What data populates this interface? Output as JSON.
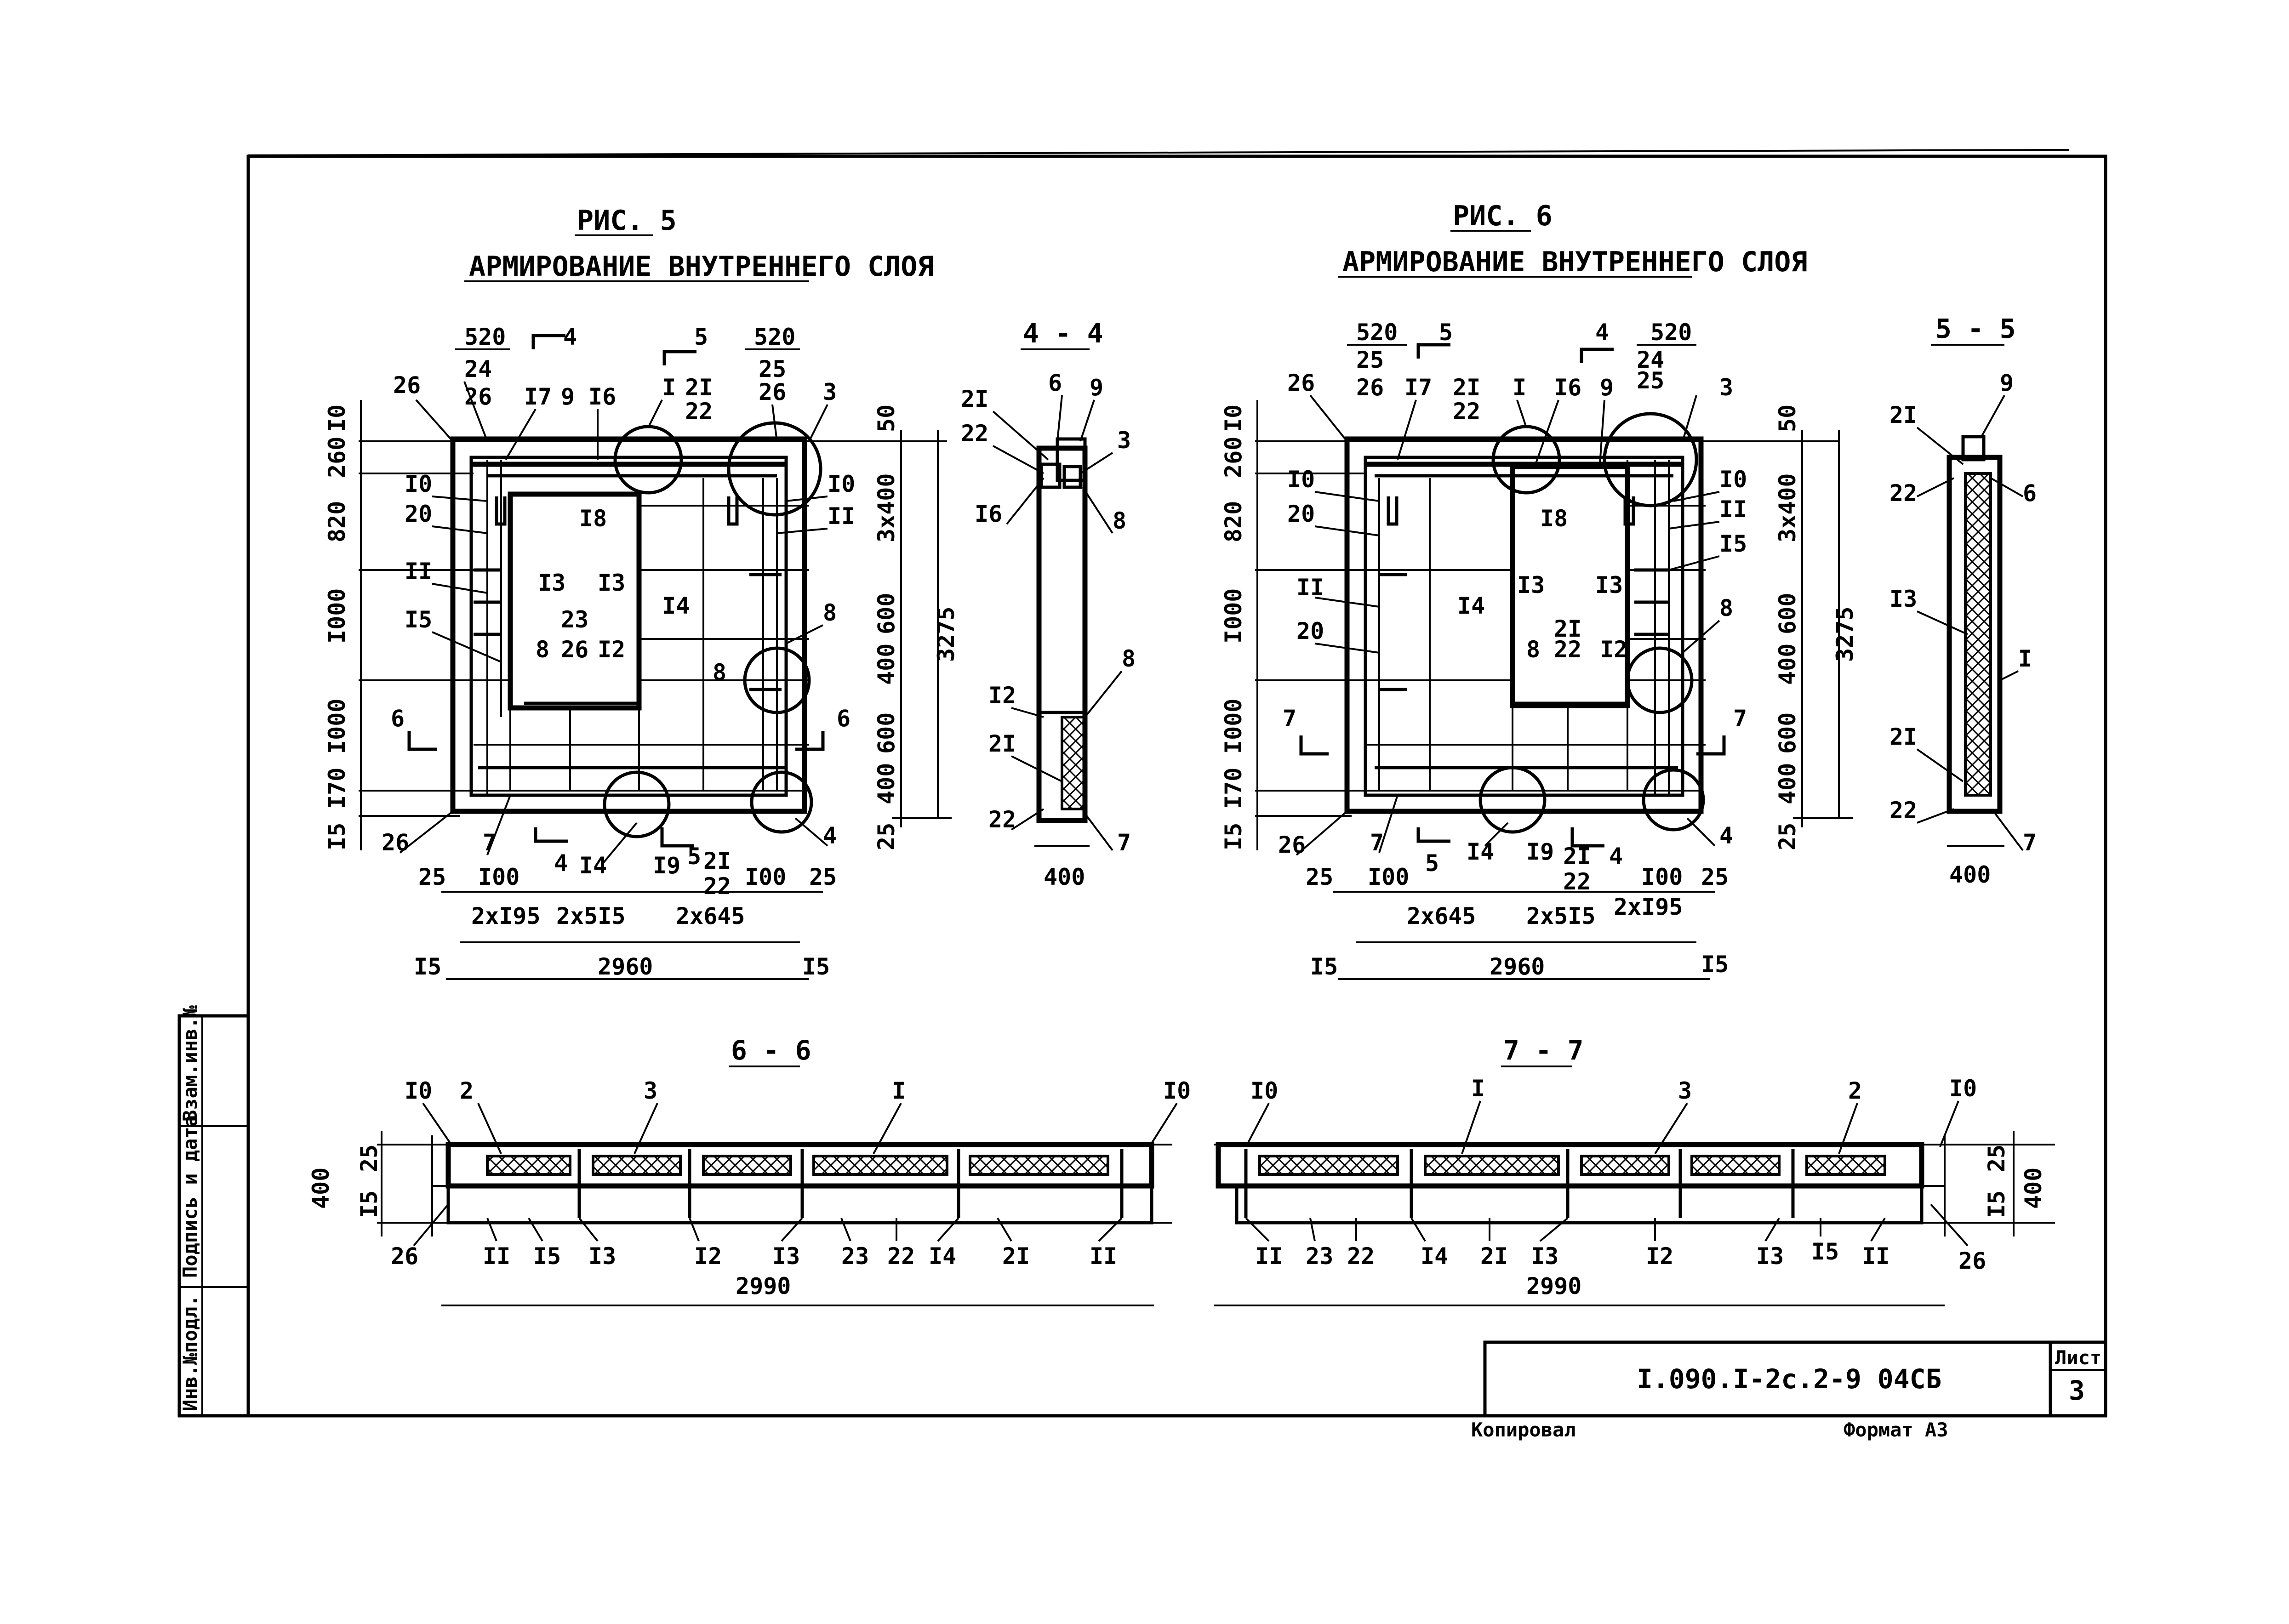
{
  "sheet": {
    "code": "I.090.I-2c.2-9 04СБ",
    "sheet_label": "Лист",
    "sheet_number": "3",
    "copied": "Копировал",
    "format": "Формат А3"
  },
  "side_stamp": {
    "inv_orig": "Инв.№подл.",
    "sign_date": "Подпись и дата",
    "inv_repl": "Взам.инв.№"
  },
  "fig5": {
    "title": "РИС. 5",
    "subtitle": "АРМИРОВАНИЕ ВНУТРЕННЕГО СЛОЯ",
    "top_dims": [
      "520",
      "520"
    ],
    "left_dims": [
      "I0",
      "260",
      "820",
      "I000",
      "I000",
      "I70",
      "I5"
    ],
    "right_dims": [
      "50",
      "3x400",
      "600",
      "400",
      "600",
      "400",
      "25"
    ],
    "overall_height": "3275",
    "bottom_dims": [
      "25",
      "I00",
      "I00",
      "25"
    ],
    "bottom_chain": [
      "2xI95",
      "2x5I5",
      "2x645"
    ],
    "overall_width": "2960",
    "edge_dims": [
      "I5",
      "I5"
    ],
    "labels": [
      "24",
      "26",
      "I7",
      "9",
      "I6",
      "I",
      "2I",
      "22",
      "25",
      "26",
      "3",
      "26",
      "I0",
      "20",
      "II",
      "I5",
      "I8",
      "I3",
      "I3",
      "23",
      "8",
      "26",
      "I2",
      "I4",
      "8",
      "II",
      "I0",
      "8",
      "26",
      "7",
      "I4",
      "I9",
      "2I",
      "22",
      "4"
    ],
    "cuts": [
      "4",
      "5",
      "6",
      "6",
      "4",
      "5"
    ]
  },
  "sec44": {
    "title": "4 - 4",
    "labels": [
      "2I",
      "6",
      "9",
      "22",
      "3",
      "I6",
      "8",
      "8",
      "I2",
      "2I",
      "22",
      "7"
    ],
    "width": "400"
  },
  "fig6": {
    "title": "РИС. 6",
    "subtitle": "АРМИРОВАНИЕ ВНУТРЕННЕГО СЛОЯ",
    "top_dims": [
      "520",
      "520"
    ],
    "left_dims": [
      "I0",
      "260",
      "820",
      "I000",
      "I000",
      "I70",
      "I5"
    ],
    "right_dims": [
      "50",
      "3x400",
      "600",
      "400",
      "600",
      "400",
      "25"
    ],
    "overall_height": "3275",
    "bottom_dims": [
      "25",
      "I00",
      "I00",
      "25"
    ],
    "bottom_chain": [
      "2x645",
      "2x5I5",
      "2xI95"
    ],
    "overall_width": "2960",
    "edge_dims": [
      "I5",
      "I5"
    ],
    "labels": [
      "25",
      "26",
      "I7",
      "2I",
      "22",
      "I",
      "I6",
      "9",
      "24",
      "25",
      "3",
      "26",
      "I0",
      "20",
      "II",
      "20",
      "I8",
      "I4",
      "I3",
      "I3",
      "2I",
      "22",
      "8",
      "I2",
      "I0",
      "II",
      "I5",
      "8",
      "26",
      "7",
      "I4",
      "I9",
      "2I",
      "22",
      "4"
    ],
    "cuts": [
      "5",
      "4",
      "7",
      "7",
      "5",
      "4"
    ]
  },
  "sec55": {
    "title": "5 - 5",
    "labels": [
      "9",
      "2I",
      "6",
      "22",
      "I3",
      "I",
      "2I",
      "22",
      "7"
    ],
    "width": "400"
  },
  "sec66": {
    "title": "6 - 6",
    "top_labels": [
      "I0",
      "2",
      "3",
      "I",
      "I0"
    ],
    "bottom_labels": [
      "26",
      "II",
      "I5",
      "I3",
      "I2",
      "I3",
      "23",
      "22",
      "I4",
      "2I",
      "II"
    ],
    "dims": [
      "400",
      "25",
      "I5"
    ],
    "length": "2990"
  },
  "sec77": {
    "title": "7 - 7",
    "top_labels": [
      "I0",
      "I",
      "3",
      "2",
      "I0"
    ],
    "bottom_labels": [
      "II",
      "23",
      "22",
      "I4",
      "2I",
      "I3",
      "I2",
      "I3",
      "I5",
      "II",
      "26"
    ],
    "dims": [
      "400",
      "25",
      "I5"
    ],
    "length": "2990"
  }
}
